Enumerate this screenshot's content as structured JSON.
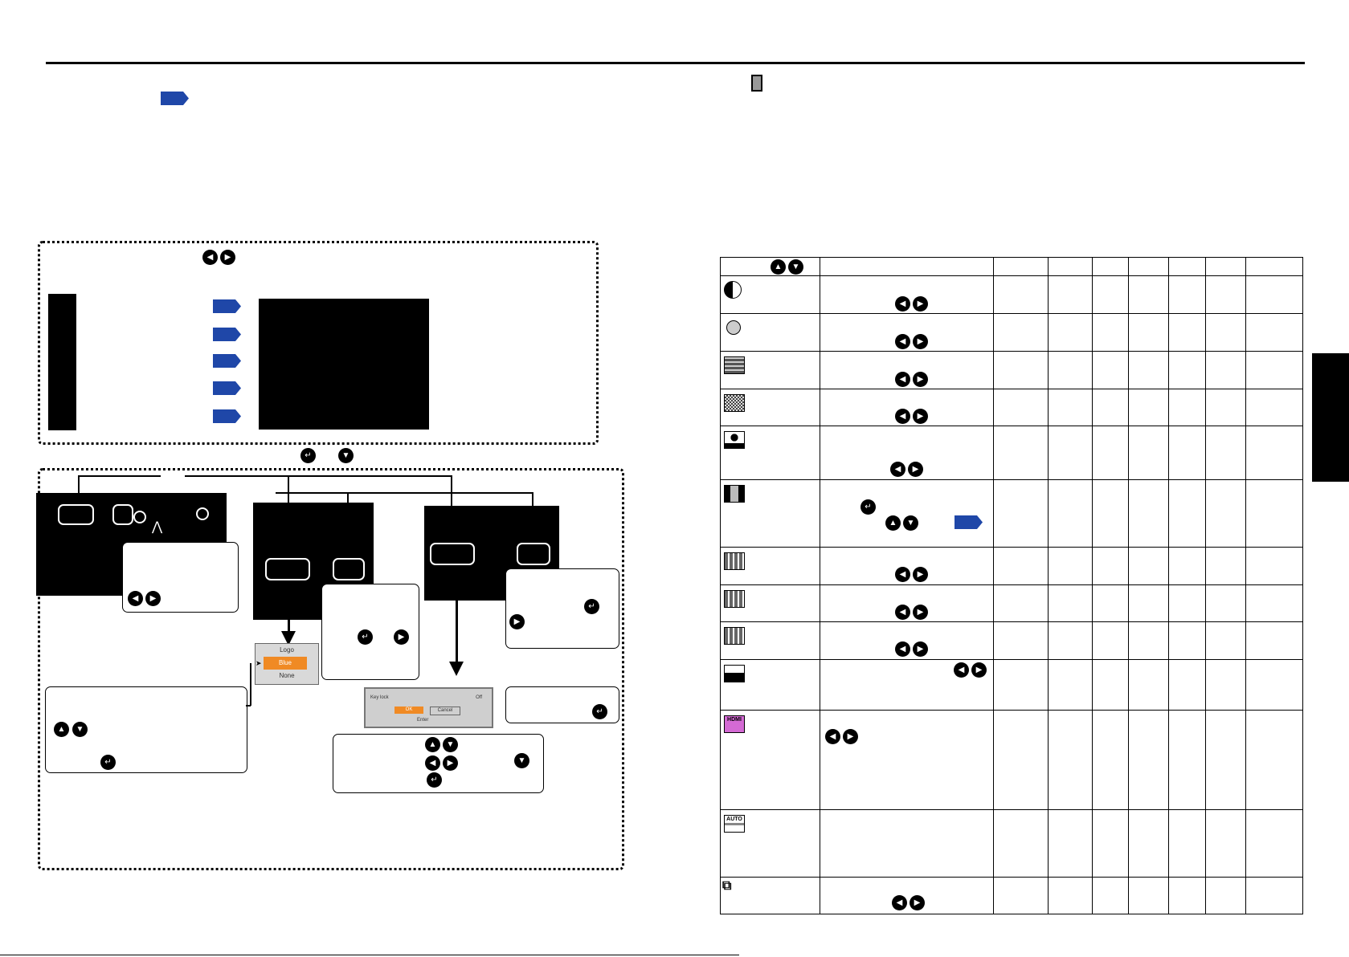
{
  "left_panel": {
    "popup_options": [
      "Logo",
      "Blue",
      "None"
    ],
    "selected_option": "Blue"
  },
  "key_lock_dialog": {
    "title": "Key lock",
    "status": "Off",
    "ok_label": "OK",
    "cancel_label": "Cancel",
    "enter_label": "Enter"
  },
  "icons": {
    "left_right_pair": "left-right-arrow-buttons-icon",
    "up_down_pair": "up-down-arrow-buttons-icon",
    "enter": "enter-button-icon",
    "down": "down-arrow-button-icon",
    "right": "right-arrow-button-icon"
  },
  "table": {
    "hdmi_icon_label": "HDMI",
    "auto_icon_label": "AUTO",
    "rows": [
      {
        "icon": "contrast-icon"
      },
      {
        "icon": "brightness-icon"
      },
      {
        "icon": "color-bars-icon"
      },
      {
        "icon": "tint-pattern-icon"
      },
      {
        "icon": "sharpness-person-icon"
      },
      {
        "icon": "gamma-split-icon"
      },
      {
        "icon": "red-level-icon"
      },
      {
        "icon": "green-level-icon"
      },
      {
        "icon": "blue-level-icon"
      },
      {
        "icon": "black-level-icon"
      },
      {
        "icon": "hdmi-icon"
      },
      {
        "icon": "auto-adjust-icon"
      },
      {
        "icon": "zoom-icon"
      }
    ]
  }
}
